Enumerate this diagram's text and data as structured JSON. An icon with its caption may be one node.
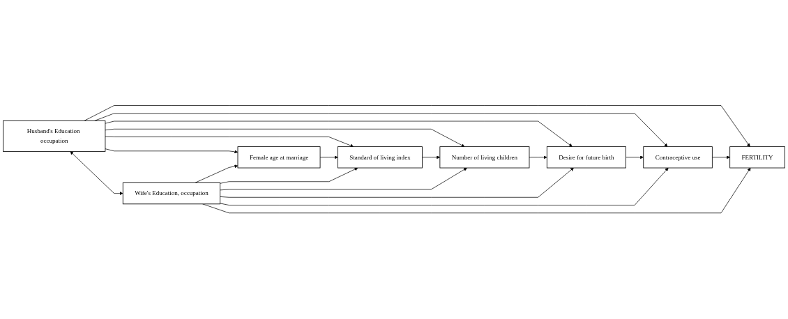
{
  "diagram": {
    "nodes": [
      {
        "text": [
          "Husband's Education occupation"
        ]
      },
      {
        "text": [
          "Wife's Education, occupation"
        ]
      },
      {
        "text": [
          "Female age at marriage"
        ]
      },
      {
        "text": [
          "Standard of living index"
        ]
      },
      {
        "text": [
          "Number of living children"
        ]
      },
      {
        "text": [
          "Desire for future birth"
        ]
      },
      {
        "text": [
          "Contraceptive use"
        ]
      },
      {
        "text": [
          "FERTILITY"
        ]
      }
    ],
    "edges": [
      {
        "from": 0,
        "to": 1,
        "arrow": "both"
      },
      {
        "from": 0,
        "to": 2,
        "arrow": "to"
      },
      {
        "from": 0,
        "to": 3,
        "arrow": "to"
      },
      {
        "from": 0,
        "to": 4,
        "arrow": "to"
      },
      {
        "from": 0,
        "to": 5,
        "arrow": "to"
      },
      {
        "from": 0,
        "to": 6,
        "arrow": "to"
      },
      {
        "from": 0,
        "to": 7,
        "arrow": "to"
      },
      {
        "from": 2,
        "to": 3,
        "arrow": "to"
      },
      {
        "from": 3,
        "to": 4,
        "arrow": "to"
      },
      {
        "from": 4,
        "to": 5,
        "arrow": "to"
      },
      {
        "from": 5,
        "to": 6,
        "arrow": "to"
      },
      {
        "from": 6,
        "to": 7,
        "arrow": "to"
      },
      {
        "from": 1,
        "to": 2,
        "arrow": "to"
      },
      {
        "from": 1,
        "to": 3,
        "arrow": "to"
      },
      {
        "from": 1,
        "to": 4,
        "arrow": "to"
      },
      {
        "from": 1,
        "to": 5,
        "arrow": "to"
      },
      {
        "from": 1,
        "to": 6,
        "arrow": "to"
      },
      {
        "from": 1,
        "to": 7,
        "arrow": "to"
      }
    ]
  }
}
